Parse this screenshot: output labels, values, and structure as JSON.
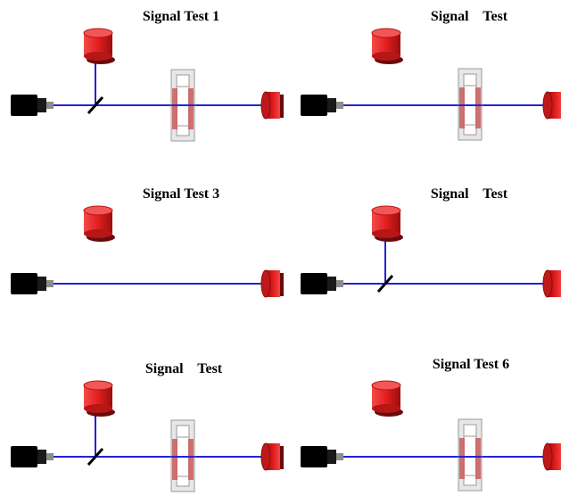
{
  "colors": {
    "beam": "#2323d4",
    "laser_body": "#000000",
    "laser_nozzle": "#8c8c8c",
    "detector_red": "#e21e1e",
    "detector_dark": "#8a0c0c",
    "sample_fill": "#e7e7e7",
    "sample_band": "#c95a5a",
    "mirror": "#000000"
  },
  "panels": [
    {
      "id": "p1",
      "title": "Signal Test 1",
      "splitter": true,
      "sample": true,
      "beam_up": true
    },
    {
      "id": "p2",
      "title": "Signal    Test",
      "splitter": false,
      "sample": true,
      "beam_up": false
    },
    {
      "id": "p3",
      "title": "Signal Test 3",
      "splitter": false,
      "sample": false,
      "beam_up": false
    },
    {
      "id": "p4",
      "title": "Signal    Test",
      "splitter": true,
      "sample": false,
      "beam_up": true
    },
    {
      "id": "p5",
      "title": "Signal    Test",
      "splitter": true,
      "sample": true,
      "beam_up": true
    },
    {
      "id": "p6",
      "title": "Signal Test 6",
      "splitter": false,
      "sample": true,
      "beam_up": false
    }
  ]
}
